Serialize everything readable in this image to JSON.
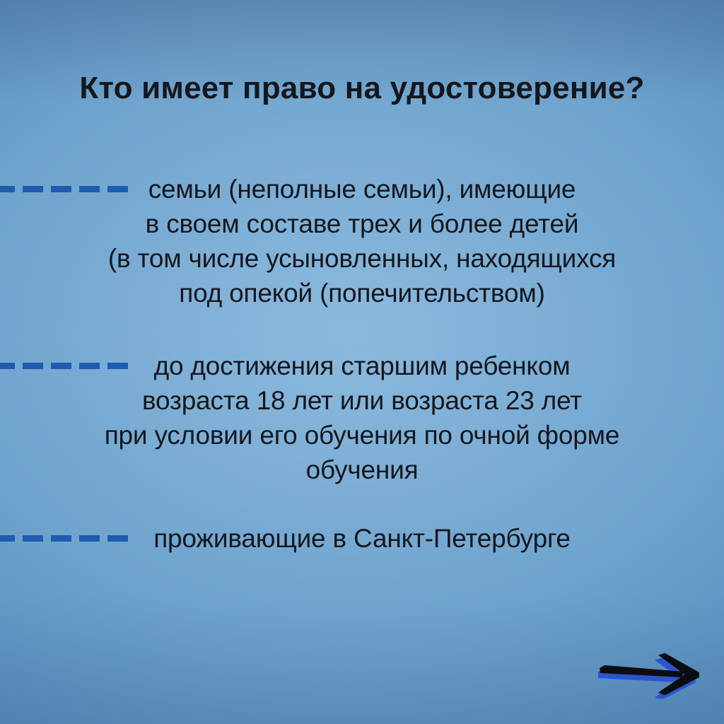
{
  "slide": {
    "title": "Кто имеет право на удостоверение?",
    "bullets": [
      {
        "lines": [
          "семьи (неполные семьи), имеющие",
          "в своем составе трех и более детей",
          "(в том числе усыновленных, находящихся",
          "под опекой (попечительством)"
        ]
      },
      {
        "lines": [
          "до достижения старшим ребенком",
          "возраста 18 лет или возраста 23 лет",
          "при условии его обучения по очной форме",
          "обучения"
        ]
      },
      {
        "lines": [
          "проживающие в Санкт-Петербурге"
        ]
      }
    ],
    "icons": {
      "arrow": "arrow-right-icon",
      "bullet_marker": "dashed-line-icon"
    },
    "colors": {
      "bg_center": "#8cbade",
      "bg_mid": "#6ea3cd",
      "bg_edge": "#4a7dac",
      "dash": "#1d5cae",
      "text": "#15171d",
      "arrow_black": "#0b0d11",
      "arrow_shadow_blue": "#2b55d0"
    }
  }
}
